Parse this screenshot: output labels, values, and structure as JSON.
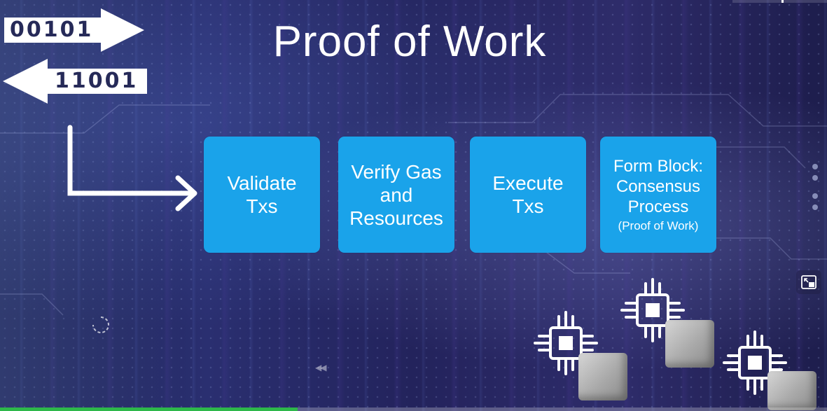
{
  "video": {
    "title": "Proof of Work",
    "binary_top": "00101",
    "binary_bottom": "11001",
    "steps": [
      {
        "label": "Validate\nTxs",
        "sub": ""
      },
      {
        "label": "Verify Gas\nand\nResources",
        "sub": ""
      },
      {
        "label": "Execute\nTxs",
        "sub": ""
      },
      {
        "label": "Form Block:\nConsensus\nProcess",
        "sub": "(Proof of Work)"
      }
    ],
    "colors": {
      "step_fill": "#1aa3ea",
      "binary_text": "#262a58",
      "progress": "#2db84a"
    },
    "icons": {
      "binary_right_arrow": "arrow-right-icon",
      "binary_left_arrow": "arrow-left-icon",
      "flow_arrow": "l-shaped-arrow-icon",
      "chips": "cpu-chip-icon",
      "blocks": "cube-icon",
      "pip": "picture-in-picture-icon",
      "loading": "loading-spinner-icon",
      "rewind": "rewind-icon"
    }
  },
  "player": {
    "progress": 0.36
  }
}
